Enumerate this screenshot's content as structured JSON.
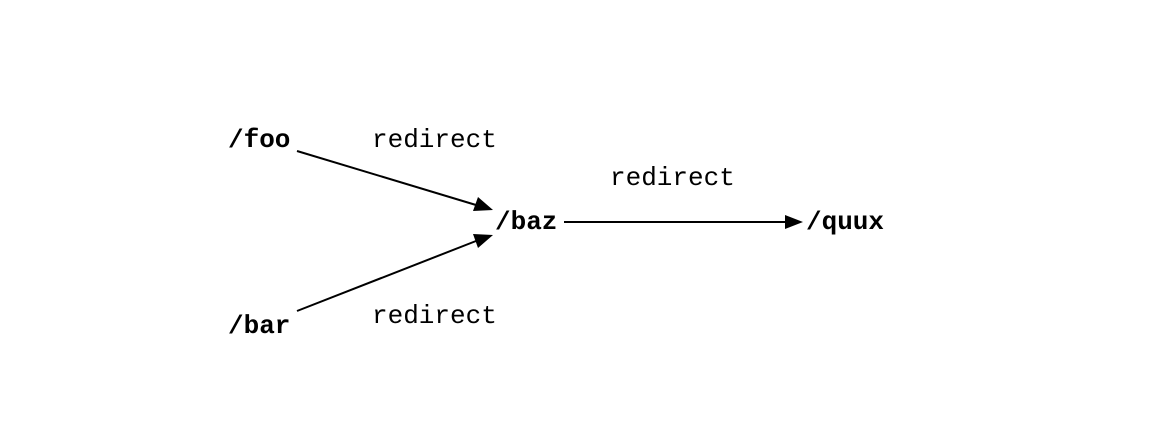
{
  "nodes": {
    "foo": "/foo",
    "bar": "/bar",
    "baz": "/baz",
    "quux": "/quux"
  },
  "edges": [
    {
      "from": "/foo",
      "to": "/baz",
      "label": "redirect"
    },
    {
      "from": "/bar",
      "to": "/baz",
      "label": "redirect"
    },
    {
      "from": "/baz",
      "to": "/quux",
      "label": "redirect"
    }
  ],
  "colors": {
    "stroke": "#000000",
    "text": "#000000",
    "background": "#ffffff"
  }
}
